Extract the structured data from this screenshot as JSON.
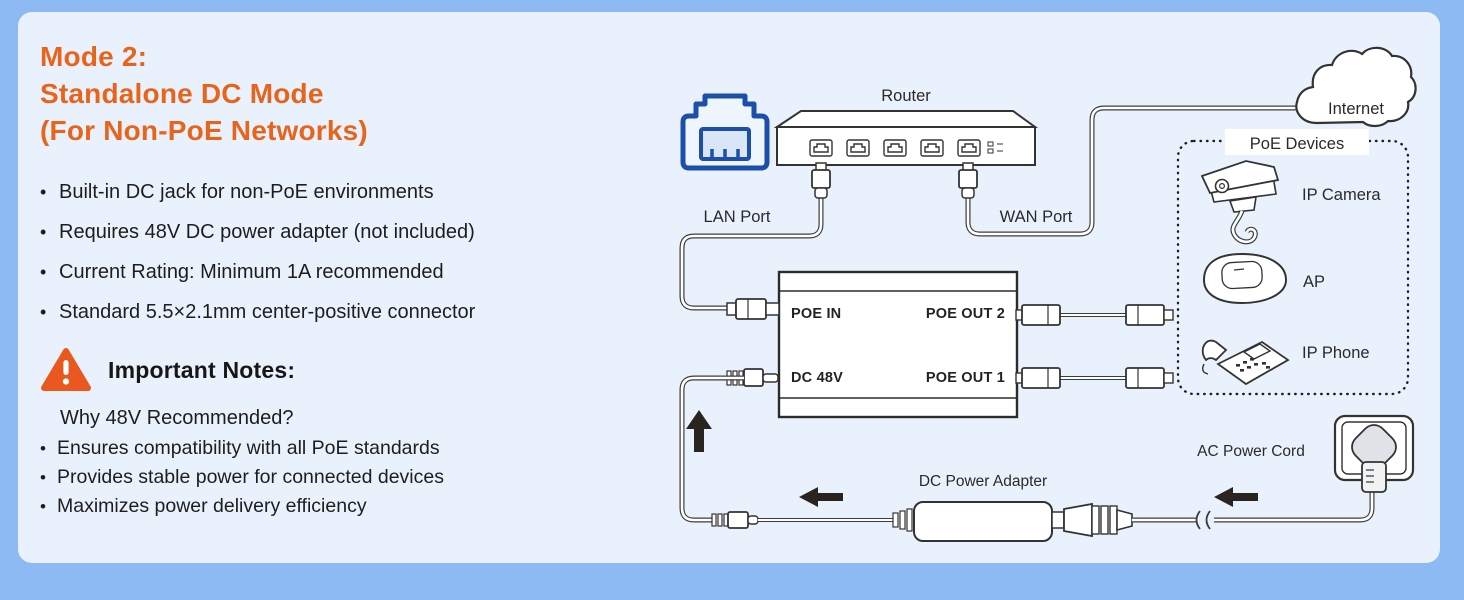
{
  "colors": {
    "frame": "#8dbaf3",
    "panel": "#e9f2fc",
    "accent_orange": "#e7641c",
    "warning_orange": "#e8581f",
    "jack_blue": "#1b4fa9",
    "text_dark": "#1d1d1d"
  },
  "title": {
    "line1": "Mode 2:",
    "line2": "Standalone DC Mode",
    "line3": "(For Non-PoE Networks)"
  },
  "features": [
    "Built-in DC jack for non-PoE environments",
    "Requires 48V DC power adapter (not included)",
    "Current Rating: Minimum 1A recommended",
    "Standard 5.5×2.1mm center-positive connector"
  ],
  "notes": {
    "heading": "Important Notes:",
    "subheading": "Why 48V Recommended?",
    "items": [
      "Ensures compatibility with all PoE standards",
      "Provides stable power for connected devices",
      "Maximizes power delivery efficiency"
    ]
  },
  "diagram": {
    "router_label": "Router",
    "lan_port_label": "LAN Port",
    "wan_port_label": "WAN Port",
    "internet_label": "Internet",
    "poe_devices_label": "PoE Devices",
    "device_labels": {
      "camera": "IP Camera",
      "ap": "AP",
      "phone": "IP Phone"
    },
    "injector": {
      "poe_in": "POE IN",
      "poe_out2": "POE OUT 2",
      "dc": "DC 48V",
      "poe_out1": "POE OUT 1"
    },
    "dc_adapter_label": "DC Power Adapter",
    "ac_cord_label": "AC Power Cord"
  }
}
